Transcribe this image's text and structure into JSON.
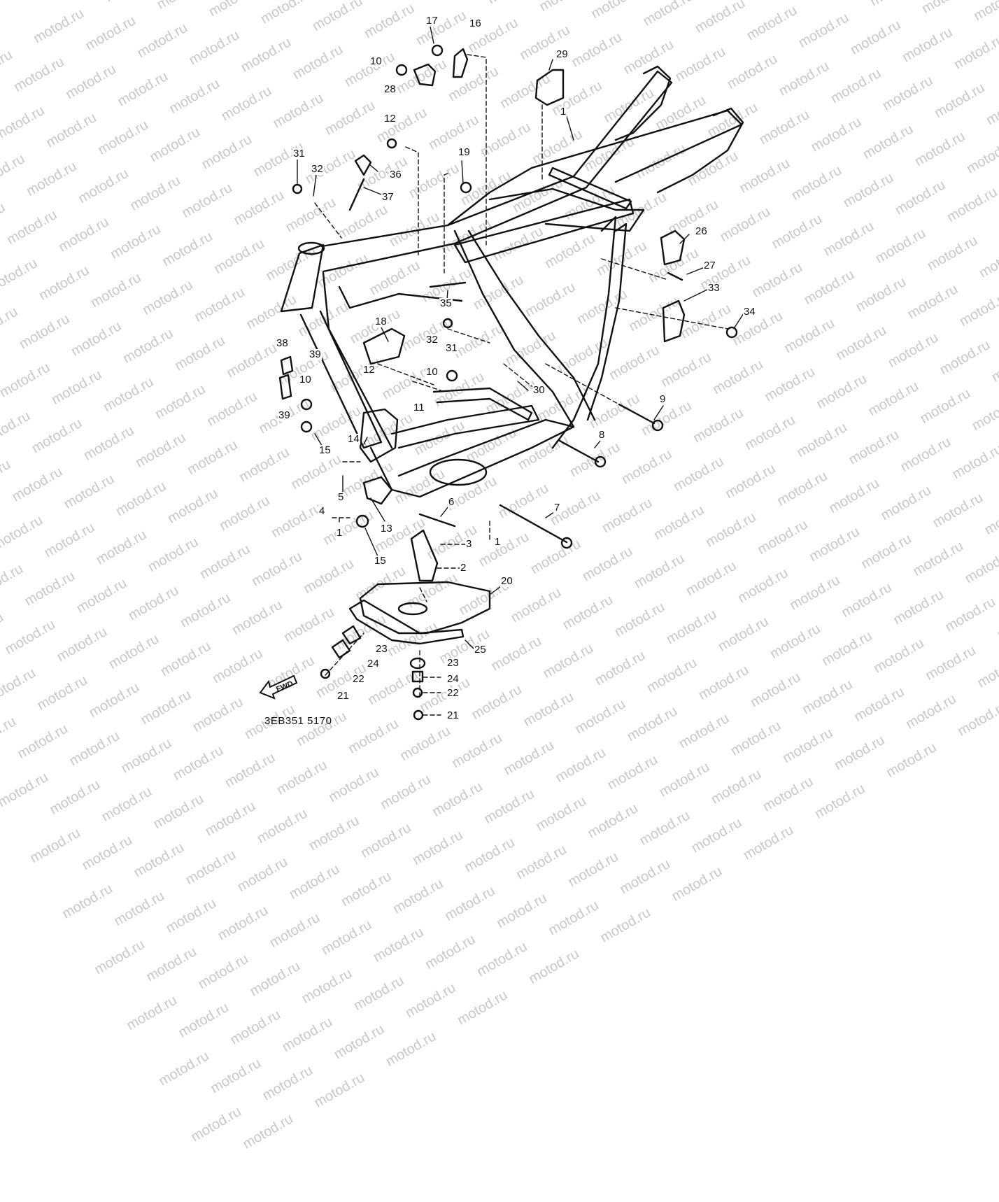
{
  "watermark": "motod.ru",
  "diagram_code": "3EB351 5170",
  "arrow_label": "FWD",
  "callouts": [
    {
      "id": "c17a",
      "text": "17"
    },
    {
      "id": "c16",
      "text": "16"
    },
    {
      "id": "c10a",
      "text": "10"
    },
    {
      "id": "c28",
      "text": "28"
    },
    {
      "id": "c29",
      "text": "29"
    },
    {
      "id": "c12a",
      "text": "12"
    },
    {
      "id": "c1a",
      "text": "1"
    },
    {
      "id": "c31a",
      "text": "31"
    },
    {
      "id": "c32a",
      "text": "32"
    },
    {
      "id": "c36",
      "text": "36"
    },
    {
      "id": "c37",
      "text": "37"
    },
    {
      "id": "c19",
      "text": "19"
    },
    {
      "id": "c26",
      "text": "26"
    },
    {
      "id": "c27",
      "text": "27"
    },
    {
      "id": "c33",
      "text": "33"
    },
    {
      "id": "c34",
      "text": "34"
    },
    {
      "id": "c35",
      "text": "35"
    },
    {
      "id": "c18",
      "text": "18"
    },
    {
      "id": "c32b",
      "text": "32"
    },
    {
      "id": "c31b",
      "text": "31"
    },
    {
      "id": "c38",
      "text": "38"
    },
    {
      "id": "c39a",
      "text": "39"
    },
    {
      "id": "c12b",
      "text": "12"
    },
    {
      "id": "c10b",
      "text": "10"
    },
    {
      "id": "c10c",
      "text": "10"
    },
    {
      "id": "c30",
      "text": "30"
    },
    {
      "id": "c11",
      "text": "11"
    },
    {
      "id": "c9",
      "text": "9"
    },
    {
      "id": "c39b",
      "text": "39"
    },
    {
      "id": "c15a",
      "text": "15"
    },
    {
      "id": "c14",
      "text": "14"
    },
    {
      "id": "c8",
      "text": "8"
    },
    {
      "id": "c5",
      "text": "5"
    },
    {
      "id": "c4",
      "text": "4"
    },
    {
      "id": "c1b",
      "text": "1"
    },
    {
      "id": "c13",
      "text": "13"
    },
    {
      "id": "c6",
      "text": "6"
    },
    {
      "id": "c7",
      "text": "7"
    },
    {
      "id": "c3",
      "text": "3"
    },
    {
      "id": "c1c",
      "text": "1"
    },
    {
      "id": "c15b",
      "text": "15"
    },
    {
      "id": "c2",
      "text": "2"
    },
    {
      "id": "c20",
      "text": "20"
    },
    {
      "id": "c23a",
      "text": "23"
    },
    {
      "id": "c25",
      "text": "25"
    },
    {
      "id": "c24a",
      "text": "24"
    },
    {
      "id": "c23b",
      "text": "23"
    },
    {
      "id": "c22a",
      "text": "22"
    },
    {
      "id": "c24b",
      "text": "24"
    },
    {
      "id": "c21a",
      "text": "21"
    },
    {
      "id": "c22b",
      "text": "22"
    },
    {
      "id": "c21b",
      "text": "21"
    }
  ]
}
